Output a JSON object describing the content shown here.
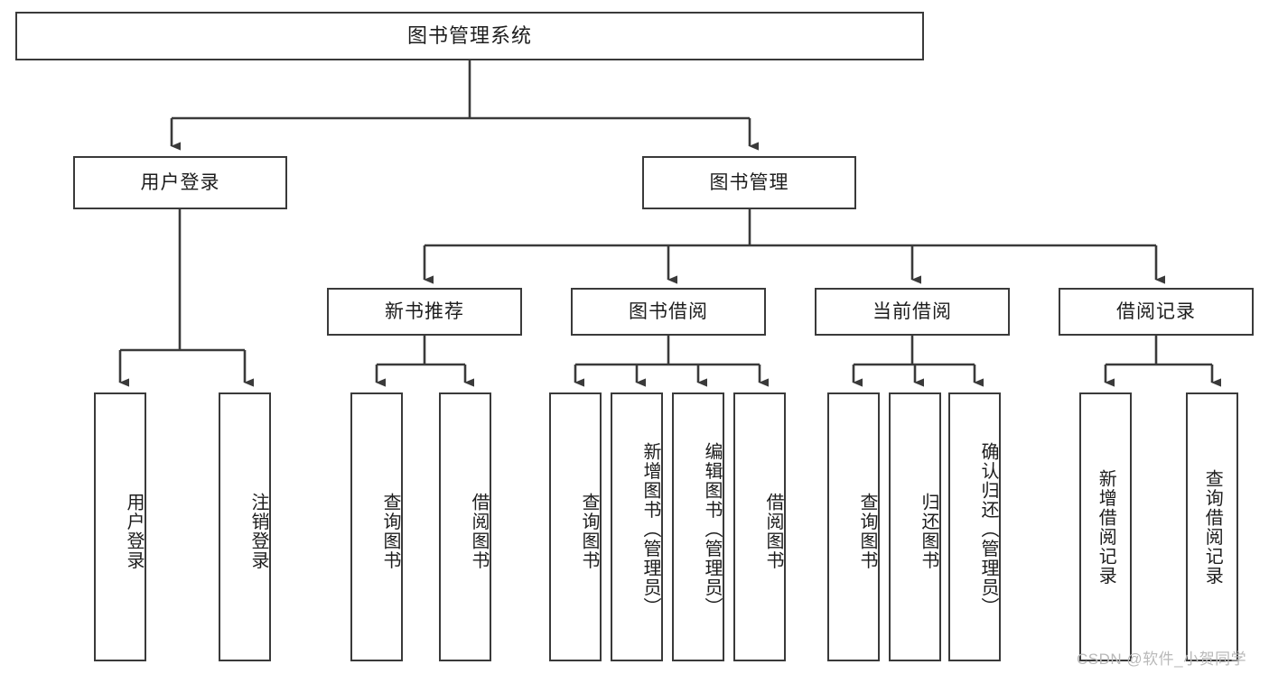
{
  "diagram": {
    "title": "图书管理系统",
    "type": "functional-decomposition-tree",
    "watermark": "CSDN @软件_小贺同学",
    "colors": {
      "stroke": "#3a3a3a",
      "box_fill": "#ffffff",
      "text": "#1d1d1d",
      "watermark": "#b9b9b9",
      "background": "#ffffff"
    },
    "levels": {
      "root": {
        "label": "图书管理系统"
      },
      "level2": [
        {
          "label": "用户登录"
        },
        {
          "label": "图书管理"
        }
      ],
      "level3": [
        {
          "label": "新书推荐"
        },
        {
          "label": "图书借阅"
        },
        {
          "label": "当前借阅"
        },
        {
          "label": "借阅记录"
        }
      ],
      "leaves": {
        "user_login": [
          {
            "label": "用户登录"
          },
          {
            "label": "注销登录"
          }
        ],
        "new_book_recommend": [
          {
            "label": "查询图书"
          },
          {
            "label": "借阅图书"
          }
        ],
        "book_borrow": [
          {
            "label": "查询图书"
          },
          {
            "label": "新增图书（管理员）"
          },
          {
            "label": "编辑图书（管理员）"
          },
          {
            "label": "借阅图书"
          }
        ],
        "current_borrow": [
          {
            "label": "查询图书"
          },
          {
            "label": "归还图书"
          },
          {
            "label": "确认归还（管理员）"
          }
        ],
        "borrow_record": [
          {
            "label": "新增借阅记录"
          },
          {
            "label": "查询借阅记录"
          }
        ]
      }
    }
  }
}
